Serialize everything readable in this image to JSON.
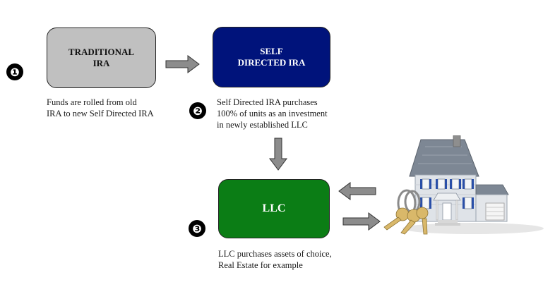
{
  "boxes": {
    "traditional_ira": "TRADITIONAL\nIRA",
    "self_directed_ira": "SELF\nDIRECTED IRA",
    "llc": "LLC"
  },
  "steps": [
    "❶",
    "❷",
    "❸"
  ],
  "captions": {
    "step1": [
      "Funds are rolled from old",
      "IRA to new Self Directed IRA"
    ],
    "step2": [
      "Self Directed IRA purchases",
      "100% of units as an investment",
      "in newly established LLC"
    ],
    "step3": [
      "LLC purchases assets of choice,",
      "Real Estate for example"
    ]
  },
  "colors": {
    "traditional_ira": "#c0c0c0",
    "self_directed_ira": "#00137b",
    "llc": "#0b7d15",
    "arrow": "#8c8c8c"
  },
  "icons": [
    "arrow-right-icon",
    "arrow-down-icon",
    "arrow-left-icon",
    "house-with-keys-icon"
  ]
}
